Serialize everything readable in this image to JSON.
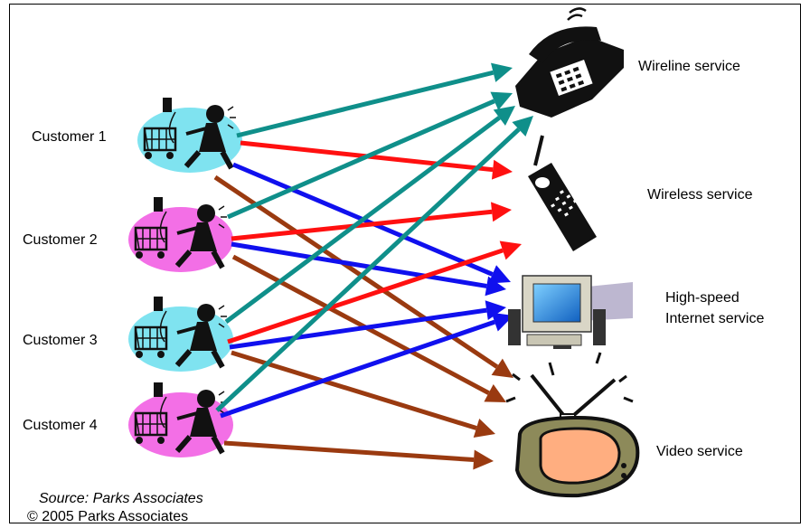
{
  "customers": [
    {
      "label": "Customer 1"
    },
    {
      "label": "Customer 2"
    },
    {
      "label": "Customer 3"
    },
    {
      "label": "Customer 4"
    }
  ],
  "services": [
    {
      "label": "Wireline service"
    },
    {
      "label": "Wireless service"
    },
    {
      "label": "High-speed Internet service",
      "line1": "High-speed",
      "line2": "Internet service"
    },
    {
      "label": "Video service"
    }
  ],
  "footer": {
    "source": "Source: Parks Associates",
    "copyright": "© 2005 Parks Associates"
  },
  "colors": {
    "wireline": "#0f8f8a",
    "wireless": "#ff1010",
    "internet": "#1010ee",
    "video": "#9a3a10",
    "cyan_bubble": "#7fe3f0",
    "pink_bubble": "#f36fe6"
  },
  "connections": [
    {
      "from": "Customer 1",
      "to": "Wireline service"
    },
    {
      "from": "Customer 1",
      "to": "Wireless service"
    },
    {
      "from": "Customer 1",
      "to": "High-speed Internet service"
    },
    {
      "from": "Customer 1",
      "to": "Video service"
    },
    {
      "from": "Customer 2",
      "to": "Wireline service"
    },
    {
      "from": "Customer 2",
      "to": "Wireless service"
    },
    {
      "from": "Customer 2",
      "to": "High-speed Internet service"
    },
    {
      "from": "Customer 2",
      "to": "Video service"
    },
    {
      "from": "Customer 3",
      "to": "Wireline service"
    },
    {
      "from": "Customer 3",
      "to": "Wireless service"
    },
    {
      "from": "Customer 3",
      "to": "High-speed Internet service"
    },
    {
      "from": "Customer 3",
      "to": "Video service"
    },
    {
      "from": "Customer 4",
      "to": "Wireline service"
    },
    {
      "from": "Customer 4",
      "to": "High-speed Internet service"
    },
    {
      "from": "Customer 4",
      "to": "Video service"
    }
  ]
}
